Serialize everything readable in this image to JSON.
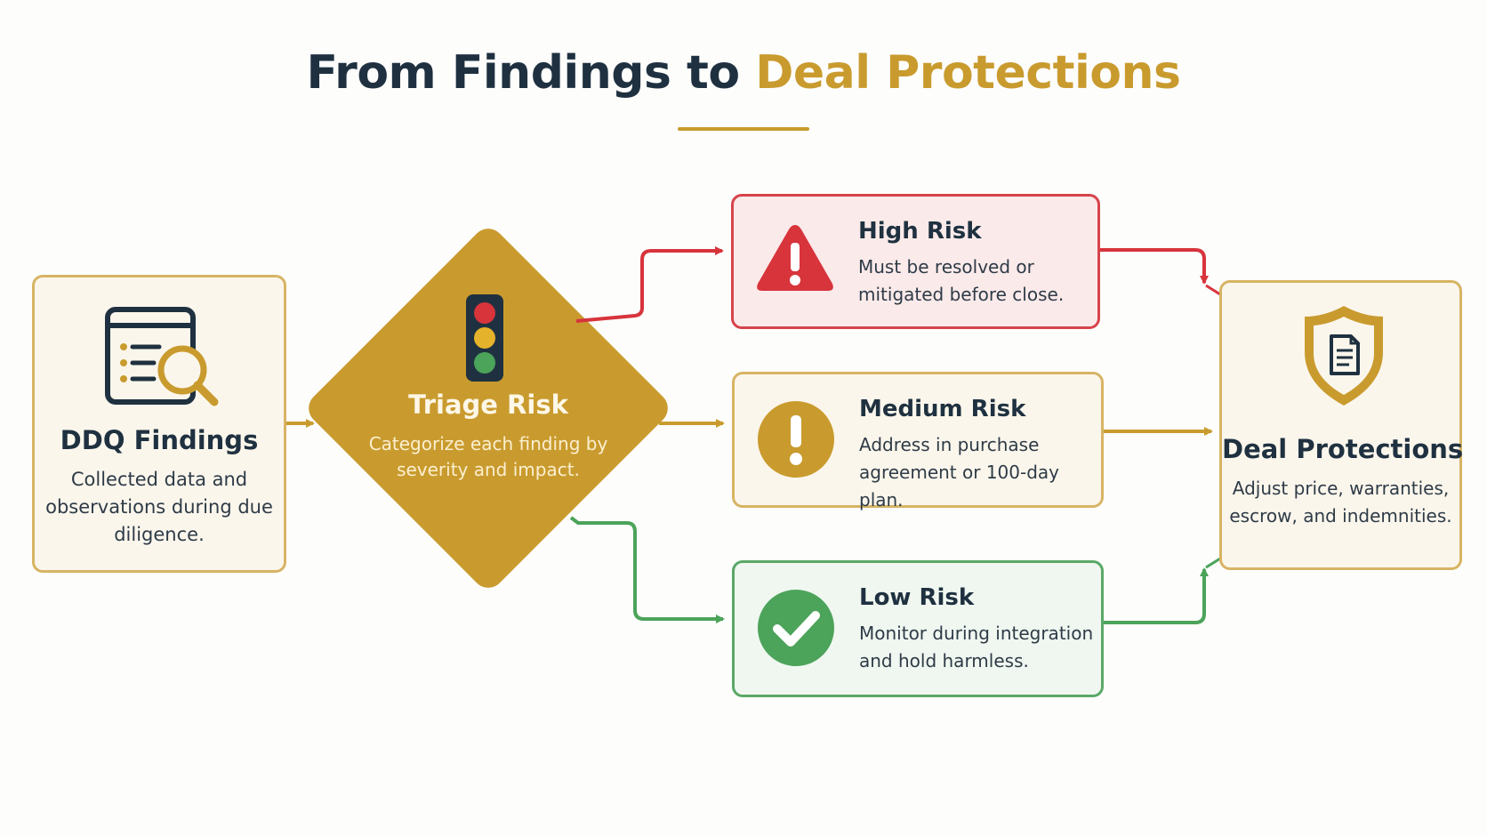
{
  "title": {
    "main": "From Findings to ",
    "accent": "Deal Protections"
  },
  "colors": {
    "accent": "#c99b2e",
    "high": "#d7343c",
    "medium": "#c99b2e",
    "low": "#4ca35a",
    "navy": "#1f3140"
  },
  "ddq": {
    "title": "DDQ Findings",
    "description": "Collected data and observations during due diligence.",
    "icon": "document-search-icon"
  },
  "triage": {
    "title": "Triage Risk",
    "description": "Categorize each finding by severity and impact.",
    "icon": "traffic-light-icon"
  },
  "risks": {
    "high": {
      "title": "High Risk",
      "description": "Must be resolved or mitigated before close.",
      "icon": "warning-triangle-icon"
    },
    "medium": {
      "title": "Medium Risk",
      "description": "Address in purchase agreement or 100-day plan.",
      "icon": "exclamation-circle-icon"
    },
    "low": {
      "title": "Low Risk",
      "description": "Monitor during integration and hold harmless.",
      "icon": "check-circle-icon"
    }
  },
  "protections": {
    "title": "Deal Protections",
    "description": "Adjust price, warranties, escrow, and indemnities.",
    "icon": "shield-document-icon"
  }
}
